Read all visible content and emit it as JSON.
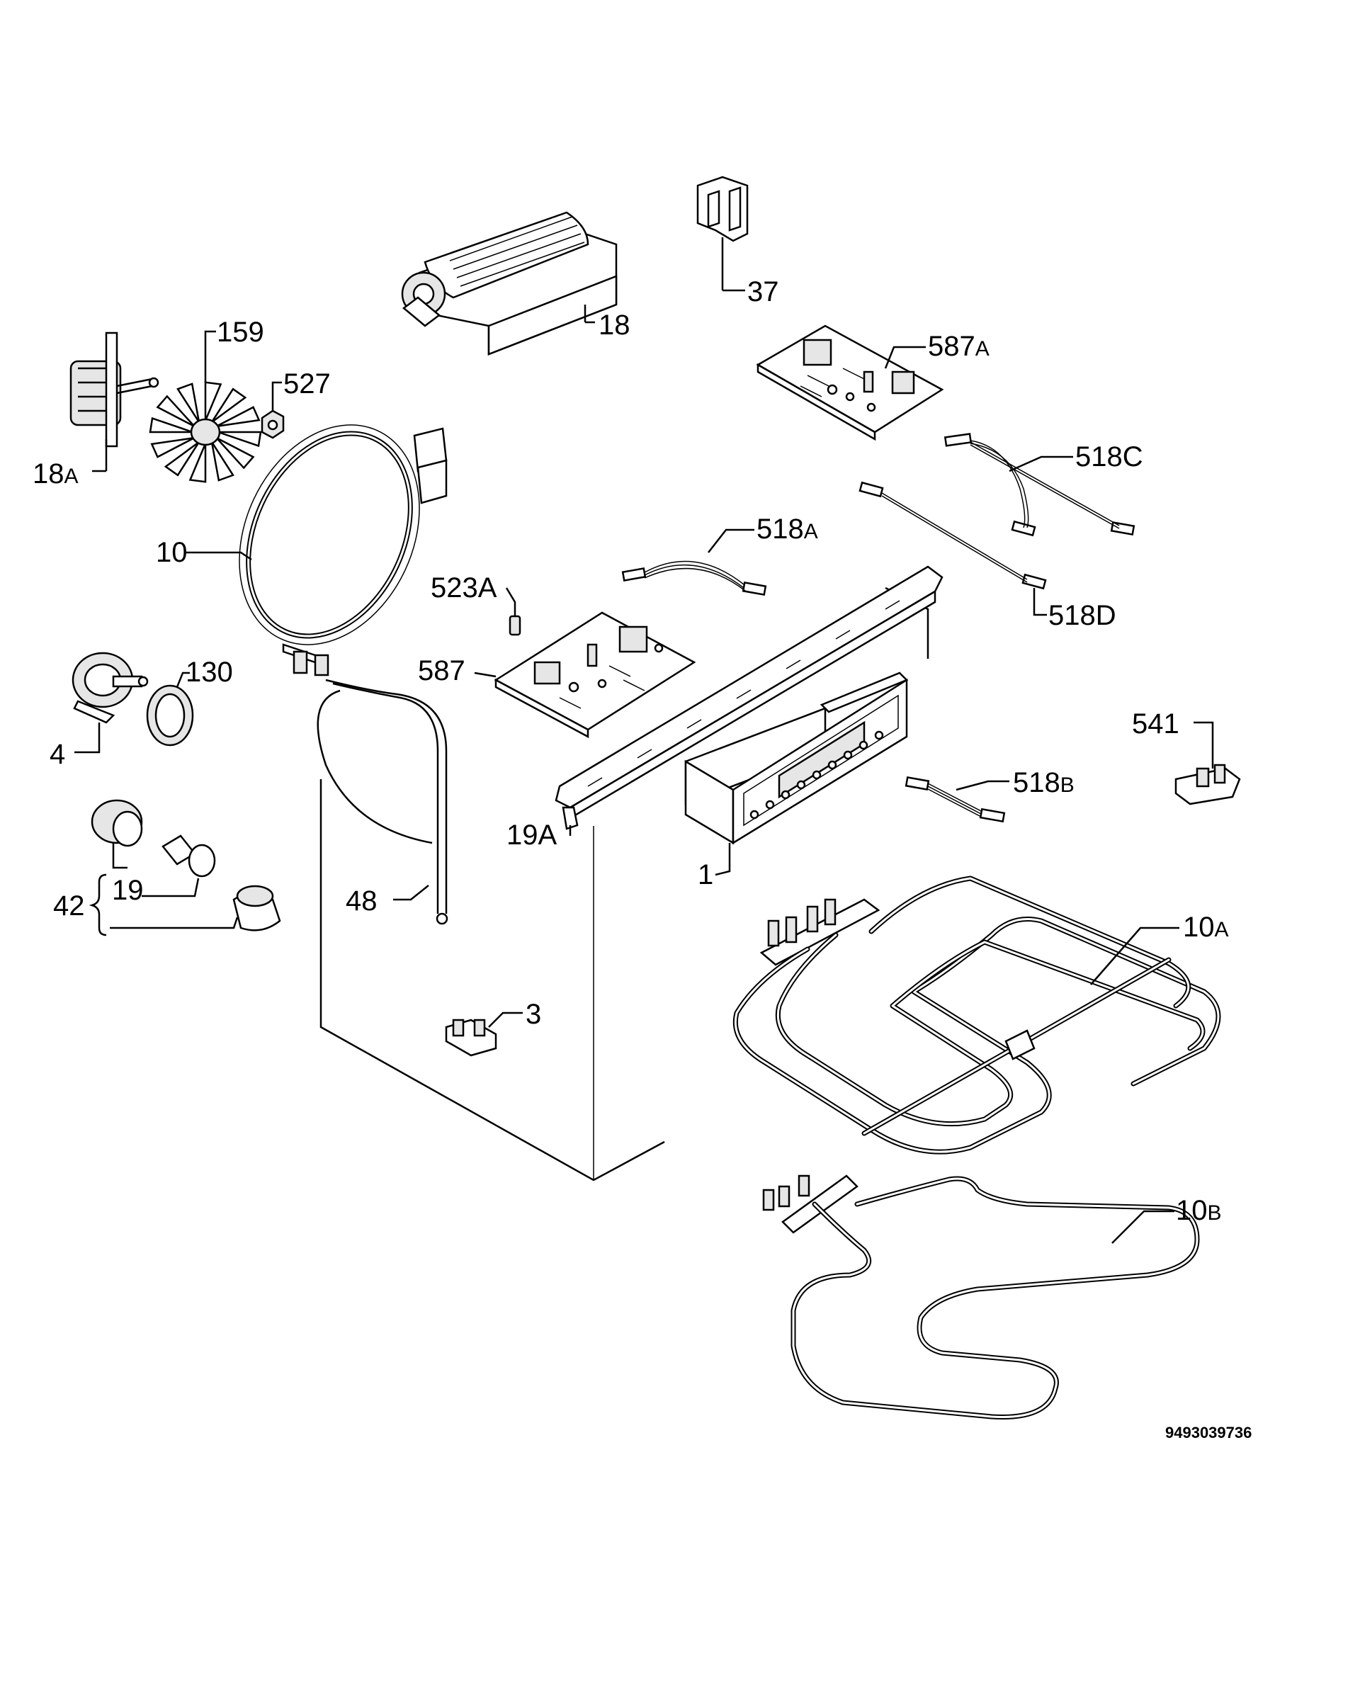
{
  "labels": {
    "fan_18": "18",
    "clip_37": "37",
    "motor_18A": {
      "num": "18",
      "suffix": "A"
    },
    "fan_blade_159": "159",
    "nut_527": "527",
    "board_587A": {
      "num": "587",
      "suffix": "A"
    },
    "cable_518C": "518C",
    "ring_element_10": "10",
    "cable_518A": {
      "num": "518",
      "suffix": "A"
    },
    "connector_523A": "523A",
    "board_587": "587",
    "cable_518D": "518D",
    "motor_4": "4",
    "seal_130": "130",
    "switch_541": "541",
    "cable_518B": {
      "num": "518",
      "suffix": "B"
    },
    "bracket_19A": "19A",
    "lamp_group_42": "42",
    "lamp_19": "19",
    "sensor_48": "48",
    "control_panel_1": "1",
    "element_10A": {
      "num": "10",
      "suffix": "A"
    },
    "thermostat_3": "3",
    "element_10B": {
      "num": "10",
      "suffix": "B"
    }
  },
  "document_number": "9493039736"
}
